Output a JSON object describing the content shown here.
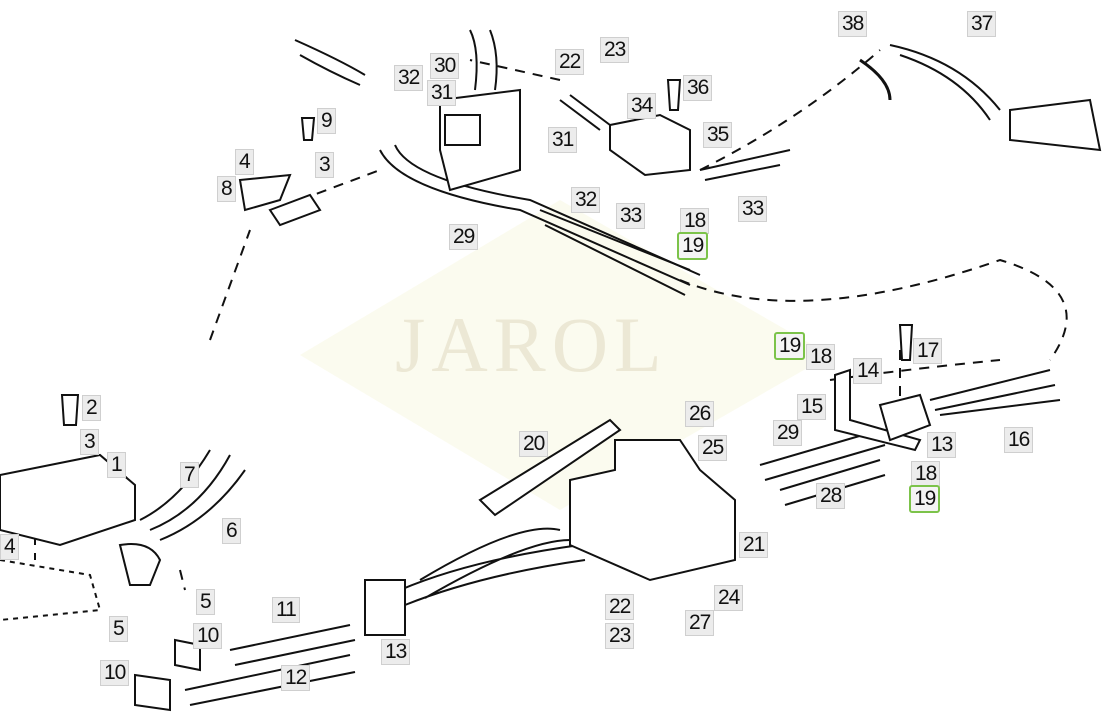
{
  "watermark": "JAROL",
  "colors": {
    "highlight": "#7cc34a",
    "label_bg": "#ececec",
    "line": "#111111"
  },
  "labels": [
    "38",
    "37",
    "22",
    "23",
    "30",
    "32",
    "31",
    "36",
    "34",
    "35",
    "9",
    "4",
    "3",
    "8",
    "31",
    "32",
    "33",
    "33",
    "18",
    "19",
    "29",
    "19",
    "18",
    "14",
    "17",
    "15",
    "26",
    "25",
    "20",
    "29",
    "13",
    "16",
    "28",
    "18",
    "19",
    "21",
    "24",
    "22",
    "27",
    "23",
    "2",
    "3",
    "1",
    "7",
    "6",
    "4",
    "5",
    "5",
    "10",
    "11",
    "13",
    "10",
    "12"
  ]
}
